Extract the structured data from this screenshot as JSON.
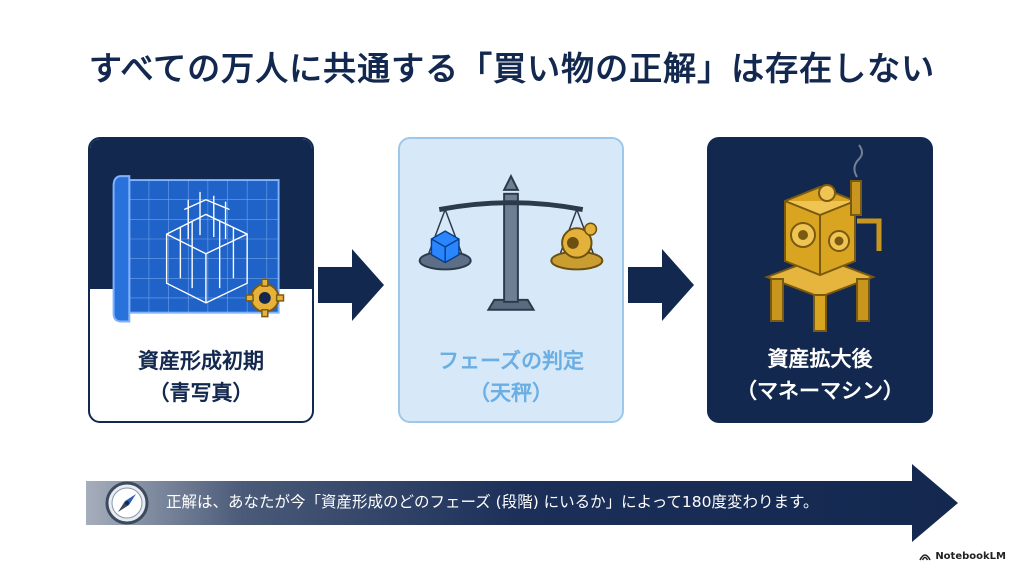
{
  "title": "すべての万人に共通する「買い物の正解」は存在しない",
  "cards": [
    {
      "label_line1": "資産形成初期",
      "label_line2": "（青写真）",
      "icon": "blueprint-icon"
    },
    {
      "label_line1": "フェーズの判定",
      "label_line2": "（天秤）",
      "icon": "balance-scale-icon"
    },
    {
      "label_line1": "資産拡大後",
      "label_line2": "（マネーマシン）",
      "icon": "money-machine-icon"
    }
  ],
  "bottom_text": "正解は、あなたが今「資産形成のどのフェーズ (段階) にいるか」によって180度変わります。",
  "brand": "NotebookLM",
  "colors": {
    "navy": "#13284f",
    "light_blue": "#d7e9f8",
    "accent_blue": "#6aaee3",
    "gold": "#d9a520",
    "blueprint": "#1f63c9"
  }
}
